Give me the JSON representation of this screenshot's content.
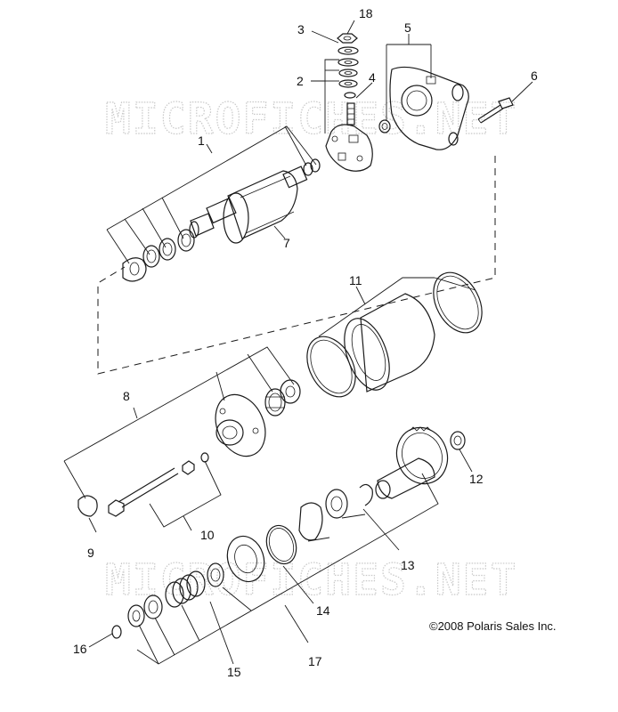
{
  "watermarks": [
    "MICROFICHES.NET",
    "MICROFICHES.NET"
  ],
  "callouts": {
    "c1": "1",
    "c2": "2",
    "c3": "3",
    "c4": "4",
    "c5": "5",
    "c6": "6",
    "c7": "7",
    "c8": "8",
    "c9": "9",
    "c10": "10",
    "c11": "11",
    "c12": "12",
    "c13": "13",
    "c14": "14",
    "c15": "15",
    "c16": "16",
    "c17": "17",
    "c18": "18"
  },
  "copyright": "©2008 Polaris Sales Inc."
}
